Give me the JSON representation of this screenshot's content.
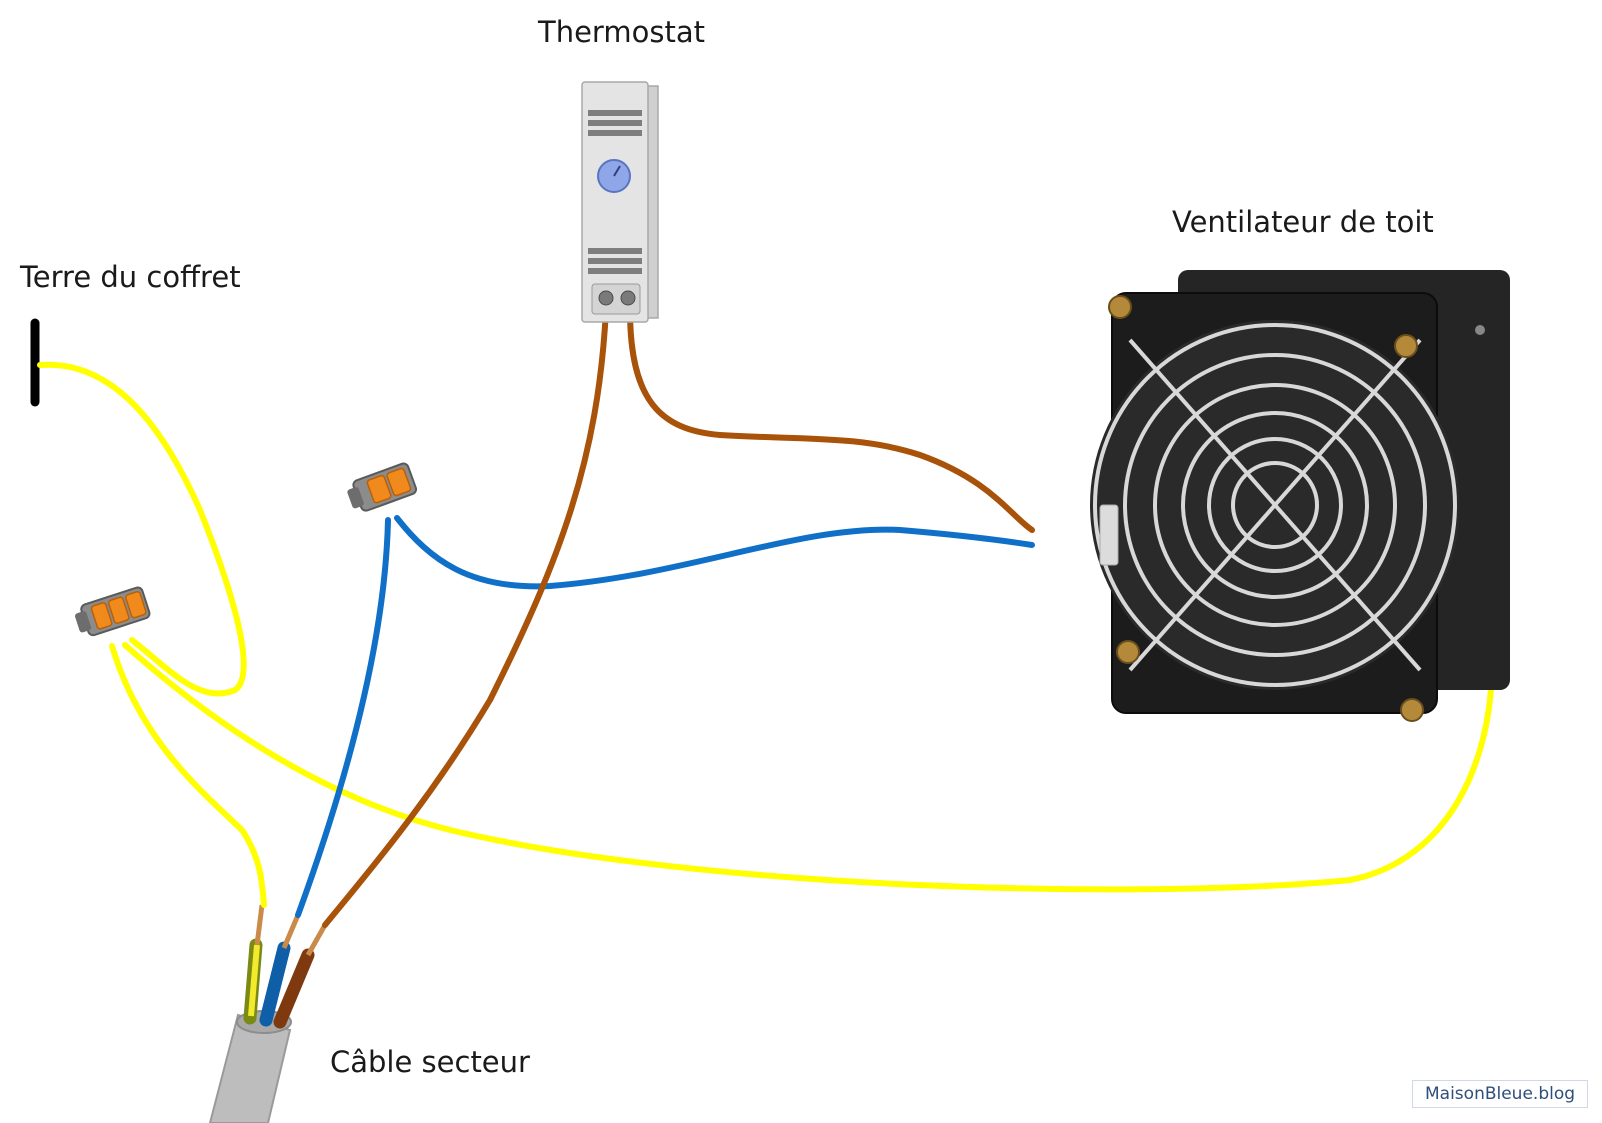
{
  "labels": {
    "thermostat": "Thermostat",
    "ventilateur": "Ventilateur de toit",
    "terre": "Terre du coffret",
    "cable": "Câble secteur"
  },
  "watermark": "MaisonBleue.blog",
  "colors": {
    "earth_wire": "#ffff00",
    "neutral_wire": "#1070c8",
    "phase_wire": "#a8520a",
    "ground_bar": "#000000",
    "connector_orange": "#f08a1c",
    "connector_body": "#8c8c8c",
    "cable_sheath": "#bdbdbd",
    "fan_body": "#1c1c1c",
    "fan_grill": "#d8d8d8",
    "thermostat_body": "#e4e4e4",
    "thermostat_dial": "#8fa6e8"
  },
  "icons": [
    "wago-connector-3-way-icon",
    "wago-connector-2-way-icon",
    "thermostat-icon",
    "fan-icon",
    "ground-bar-icon",
    "mains-cable-icon"
  ]
}
